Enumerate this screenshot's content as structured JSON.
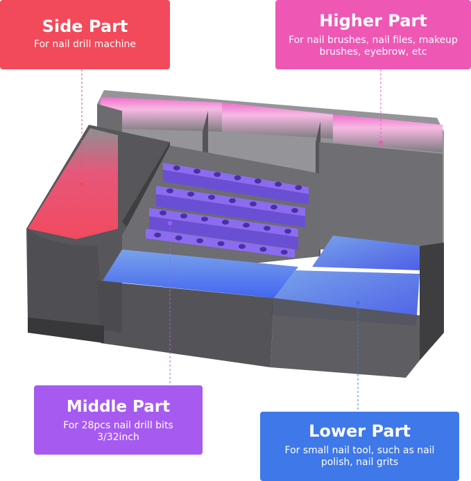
{
  "cards": {
    "side": {
      "title": "Side Part",
      "desc": "For nail drill machine"
    },
    "higher": {
      "title": "Higher Part",
      "desc": "For nail brushes, nail files, makeup brushes, eyebrow, etc"
    },
    "middle": {
      "title": "Middle Part",
      "desc": "For 28pcs nail drill bits 3/32inch"
    },
    "lower": {
      "title": "Lower Part",
      "desc": "For small nail tool, such as nail polish, nail grits"
    }
  },
  "colors": {
    "side": "#f24a5a",
    "higher": "#ef57b5",
    "middle": "#a75af0",
    "lower": "#3f78e8",
    "acrylic": "#5b5b5b",
    "bits": "#8a5cf0"
  }
}
